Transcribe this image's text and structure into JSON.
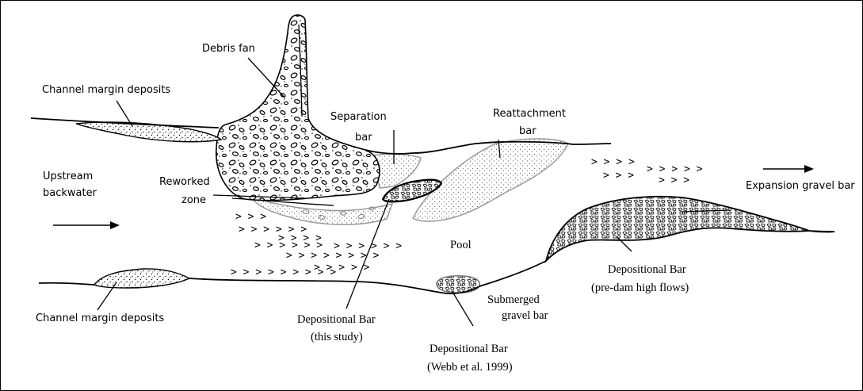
{
  "labels": {
    "debris_fan": "Debris fan",
    "channel_margin_top": "Channel margin deposits",
    "separation_bar_1": "Separation",
    "separation_bar_2": "bar",
    "reattachment_bar_1": "Reattachment",
    "reattachment_bar_2": "bar",
    "upstream_1": "Upstream",
    "upstream_2": "backwater",
    "reworked_1": "Reworked",
    "reworked_2": "zone",
    "expansion_bar": "Expansion gravel bar",
    "pool": "Pool",
    "channel_margin_bottom": "Channel margin deposits",
    "dep_this_1": "Depositional Bar",
    "dep_this_2": "(this study)",
    "submerged_1": "Submerged",
    "submerged_2": "gravel bar",
    "dep_webb_1": "Depositional Bar",
    "dep_webb_2": "(Webb et al. 1999)",
    "dep_predam_1": "Depositional Bar",
    "dep_predam_2": "(pre-dam high flows)"
  },
  "colors": {
    "line": "#000000",
    "bar_outline": "#9a9a9a",
    "background": "#ffffff"
  }
}
